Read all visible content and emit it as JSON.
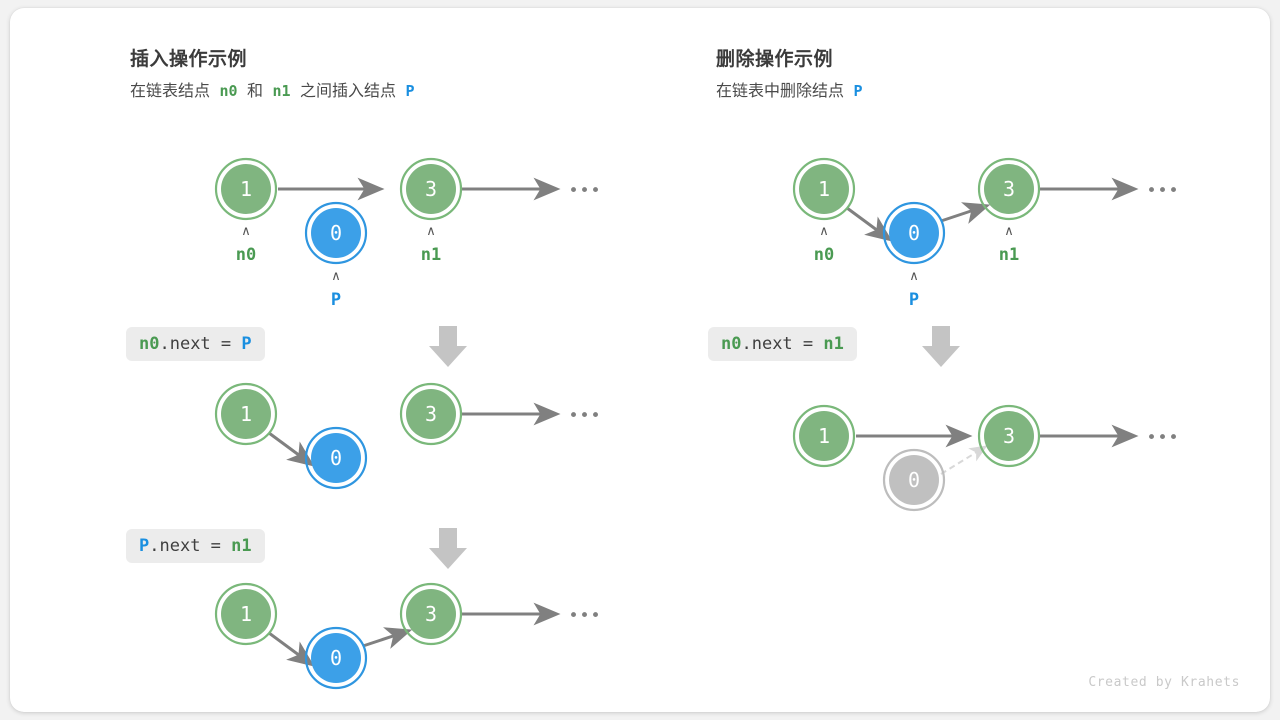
{
  "page": {
    "background": "#f2f2f2",
    "card_background": "#ffffff",
    "footer_credit": "Created by Krahets"
  },
  "colors": {
    "node_green_fill": "#80b580",
    "node_green_ring": "#7ab87a",
    "node_blue_fill": "#3ca0e8",
    "node_blue_ring": "#2f96e0",
    "node_gray_fill": "#c0c0c0",
    "node_gray_ring": "#bdbdbd",
    "arrow_gray": "#808080",
    "arrow_dashed": "#d8d8d8",
    "label_green": "#4a9a52",
    "label_blue": "#1a8fe0",
    "code_box_bg": "#ececec",
    "big_arrow": "#c4c4c4",
    "node_text": "#ffffff"
  },
  "panels": [
    {
      "id": "insert",
      "title": "插入操作示例",
      "subtitle": {
        "part1": "在链表结点",
        "ref1": "n0",
        "part2": "和",
        "ref2": "n1",
        "part3": "之间插入结点",
        "ref3": "P"
      },
      "steps": [
        {
          "id": "insert-step-initial",
          "code": null,
          "nodes": [
            {
              "name": "node-1",
              "value": "1",
              "color": "green",
              "label": "n0",
              "label_color": "green",
              "caret": true
            },
            {
              "name": "node-0",
              "value": "0",
              "color": "blue",
              "label": "P",
              "label_color": "blue",
              "caret": true
            },
            {
              "name": "node-3",
              "value": "3",
              "color": "green",
              "label": "n1",
              "label_color": "green",
              "caret": true
            }
          ],
          "ellipsis": "•••"
        },
        {
          "id": "insert-step-1",
          "code": {
            "tokens": [
              {
                "text": "n0",
                "color": "green"
              },
              {
                "text": ".next = ",
                "color": "default"
              },
              {
                "text": "P",
                "color": "blue"
              }
            ]
          },
          "nodes": [
            {
              "name": "node-1",
              "value": "1",
              "color": "green"
            },
            {
              "name": "node-0",
              "value": "0",
              "color": "blue"
            },
            {
              "name": "node-3",
              "value": "3",
              "color": "green"
            }
          ],
          "ellipsis": "•••"
        },
        {
          "id": "insert-step-2",
          "code": {
            "tokens": [
              {
                "text": "P",
                "color": "blue"
              },
              {
                "text": ".next = ",
                "color": "default"
              },
              {
                "text": "n1",
                "color": "green"
              }
            ]
          },
          "nodes": [
            {
              "name": "node-1",
              "value": "1",
              "color": "green"
            },
            {
              "name": "node-0",
              "value": "0",
              "color": "blue"
            },
            {
              "name": "node-3",
              "value": "3",
              "color": "green"
            }
          ],
          "ellipsis": "•••"
        }
      ]
    },
    {
      "id": "delete",
      "title": "删除操作示例",
      "subtitle": {
        "part1": "在链表中删除结点",
        "ref1": "P"
      },
      "steps": [
        {
          "id": "delete-step-initial",
          "code": null,
          "nodes": [
            {
              "name": "node-1",
              "value": "1",
              "color": "green",
              "label": "n0",
              "label_color": "green",
              "caret": true
            },
            {
              "name": "node-0",
              "value": "0",
              "color": "blue",
              "label": "P",
              "label_color": "blue",
              "caret": true
            },
            {
              "name": "node-3",
              "value": "3",
              "color": "green",
              "label": "n1",
              "label_color": "green",
              "caret": true
            }
          ],
          "ellipsis": "•••"
        },
        {
          "id": "delete-step-1",
          "code": {
            "tokens": [
              {
                "text": "n0",
                "color": "green"
              },
              {
                "text": ".next = ",
                "color": "default"
              },
              {
                "text": "n1",
                "color": "green"
              }
            ]
          },
          "nodes": [
            {
              "name": "node-1",
              "value": "1",
              "color": "green"
            },
            {
              "name": "node-0",
              "value": "0",
              "color": "gray"
            },
            {
              "name": "node-3",
              "value": "3",
              "color": "green"
            }
          ],
          "ellipsis": "•••"
        }
      ]
    }
  ]
}
